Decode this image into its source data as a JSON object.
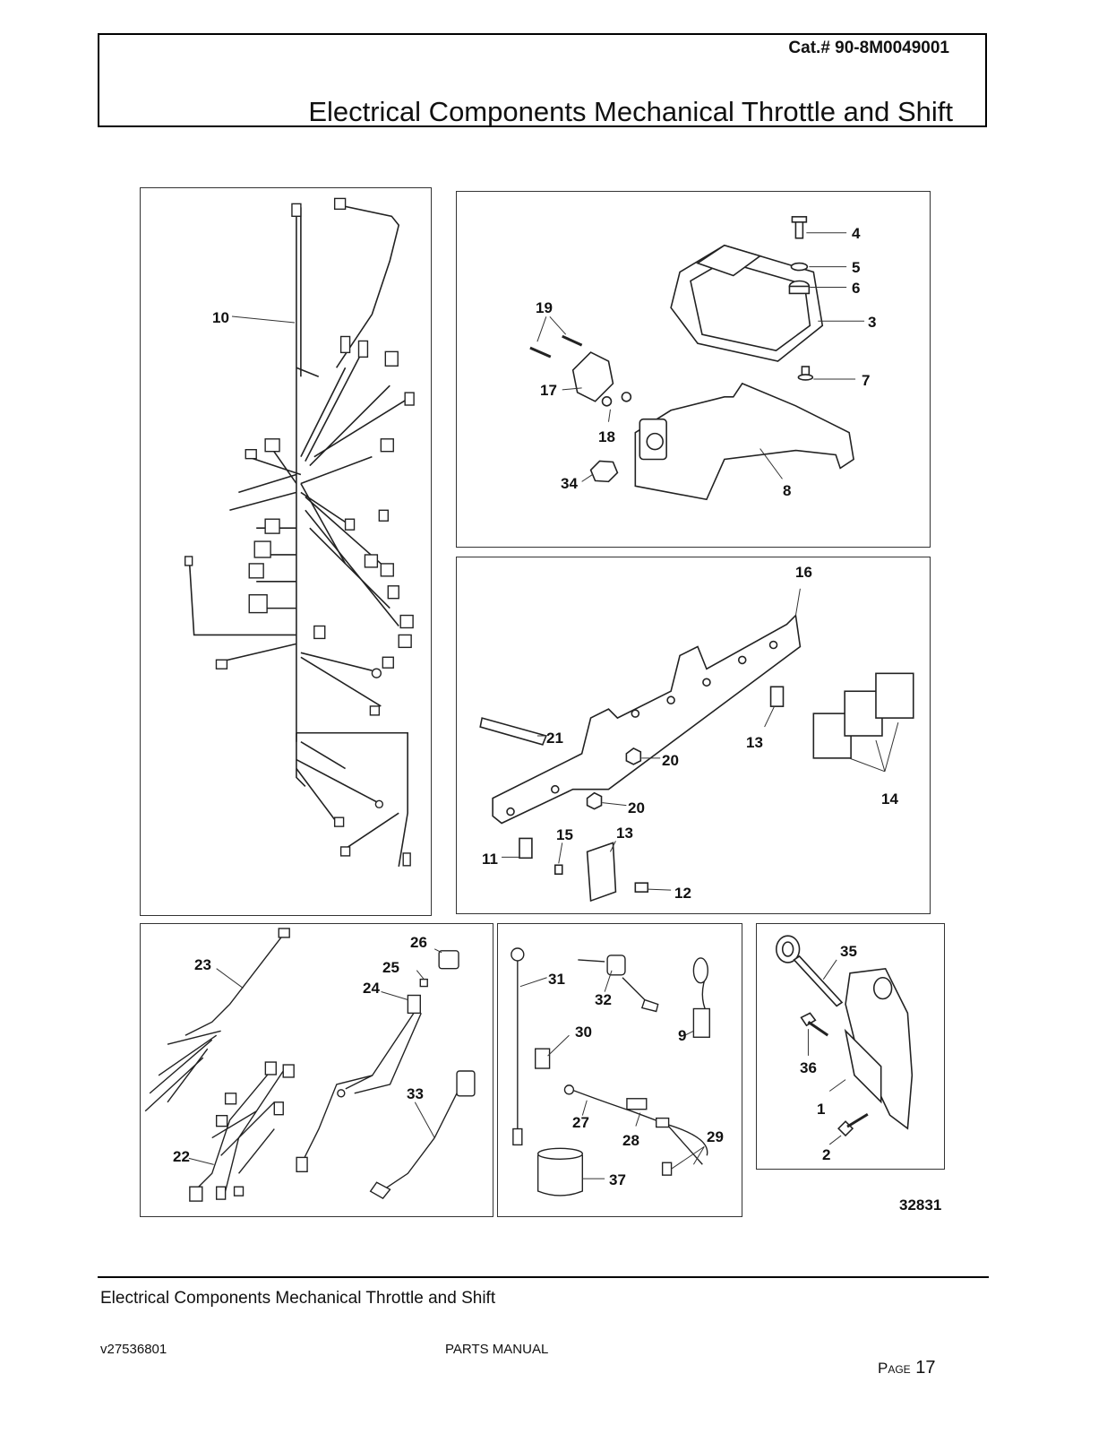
{
  "header": {
    "catalog_number": "Cat.# 90-8M0049001",
    "title": "Electrical Components Mechanical Throttle and Shift"
  },
  "callouts": [
    "1",
    "2",
    "3",
    "4",
    "5",
    "6",
    "7",
    "8",
    "9",
    "10",
    "11",
    "12",
    "13",
    "14",
    "15",
    "16",
    "17",
    "18",
    "19",
    "20",
    "21",
    "22",
    "23",
    "24",
    "25",
    "26",
    "27",
    "28",
    "29",
    "30",
    "31",
    "32",
    "33",
    "34",
    "35",
    "36",
    "37"
  ],
  "labels": {
    "c10": "10",
    "c19": "19",
    "c17": "17",
    "c18": "18",
    "c34": "34",
    "c4": "4",
    "c5": "5",
    "c6": "6",
    "c3": "3",
    "c7": "7",
    "c8": "8",
    "c16": "16",
    "c21": "21",
    "c13a": "13",
    "c20a": "20",
    "c20b": "20",
    "c14": "14",
    "c11": "11",
    "c15": "15",
    "c13b": "13",
    "c12": "12",
    "c23": "23",
    "c26": "26",
    "c25": "25",
    "c24": "24",
    "c33": "33",
    "c22": "22",
    "c31": "31",
    "c32": "32",
    "c30": "30",
    "c9": "9",
    "c27": "27",
    "c28": "28",
    "c29": "29",
    "c37": "37",
    "c35": "35",
    "c36": "36",
    "c1": "1",
    "c2": "2"
  },
  "figure_number": "32831",
  "footer": {
    "title": "Electrical Components Mechanical Throttle and Shift",
    "version": "v27536801",
    "manual": "PARTS MANUAL",
    "page_word": "Page",
    "page_number": "17"
  }
}
